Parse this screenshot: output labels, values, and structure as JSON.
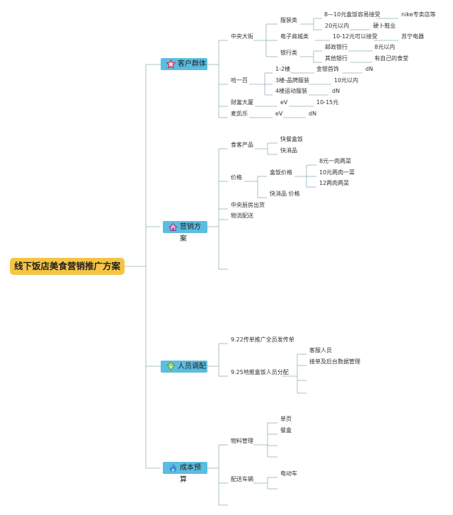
{
  "root": "线下饭店美食营销推广方案",
  "categories": [
    {
      "key": "c0",
      "label": "客户群体",
      "icon": "star-icon"
    },
    {
      "key": "c1",
      "label": "营销方案",
      "icon": "house-icon"
    },
    {
      "key": "c2",
      "label": "人员调配",
      "icon": "gem-icon"
    },
    {
      "key": "c3",
      "label": "成本预算",
      "icon": "flame-icon"
    }
  ],
  "nodes": {
    "n1": "中央大街",
    "n2": "服装类",
    "n3": "8—10元盒饭容易接受",
    "n4": "nike专卖店等",
    "n5": "20元以内",
    "n6": "硬卜鞋业",
    "n7": "电子商城类",
    "n8": "10-12元可以接受",
    "n9": "苏宁电器",
    "n10": "银行类",
    "n11": "邮政银行",
    "n12": "8元以内",
    "n13": "其他银行",
    "n14": "有自己的食堂",
    "n15": "哈一百",
    "n16": "1-2楼",
    "n17": "金银首饰",
    "n18": "dN",
    "n19": "3楼-品牌服装",
    "n20": "10元以内",
    "n21": "4楼运动服装",
    "n22": "dN",
    "n23": "财富大厦",
    "n24": "eV",
    "n25": "10-15元",
    "n26": "麦凯乐",
    "n27": "eV",
    "n28": "dN",
    "n29": "食客产品",
    "n30": "快餐盒饭",
    "n31": "快消品",
    "n32": "价格",
    "n33": "盒饭价格",
    "n34": "8元一肉两菜",
    "n35": "10元两肉一菜",
    "n36": "12两肉两菜",
    "n37": "快消品 价格",
    "n38": "中央厨房出货",
    "n39": "物流配送",
    "n40": "9.22传单推广全员发传单",
    "n41": "9.25地推盒饭人员分配",
    "n42": "客服人员",
    "n43": "接单及后台数据管理",
    "n44": "物料管理",
    "n45": "单页",
    "n46": "餐盒",
    "n47": "配送车辆",
    "n48": "电动车"
  }
}
